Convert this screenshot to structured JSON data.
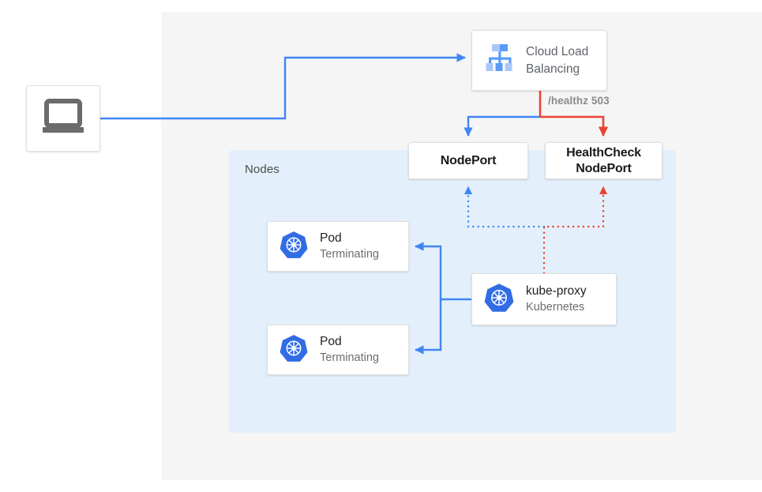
{
  "diagram": {
    "title": "Kubernetes NodePort health check draining diagram",
    "outer_panel_name": "cloud-region-panel",
    "nodes_panel": {
      "label": "Nodes"
    },
    "colors": {
      "blue": "#4285f4",
      "red": "#ea4335",
      "panel_gray": "#f5f5f5",
      "panel_blue": "#e3f0fb",
      "k8s_blue": "#326ce5",
      "text_gray": "#5f6368"
    },
    "nodes": [
      {
        "id": "client",
        "name": "client-laptop",
        "icon": "laptop-icon"
      },
      {
        "id": "load_balancer",
        "name": "cloud-load-balancing",
        "icon": "load-balancer-icon",
        "title_line_1": "Cloud Load",
        "title_line_2": "Balancing"
      },
      {
        "id": "nodeport",
        "name": "nodeport",
        "label": "NodePort"
      },
      {
        "id": "healthcheck_nodeport",
        "name": "healthcheck-nodeport",
        "label_line_1": "HealthCheck",
        "label_line_2": "NodePort"
      },
      {
        "id": "pod_1",
        "name": "pod-terminating-1",
        "icon": "kubernetes-icon",
        "title": "Pod",
        "subtitle": "Terminating"
      },
      {
        "id": "pod_2",
        "name": "pod-terminating-2",
        "icon": "kubernetes-icon",
        "title": "Pod",
        "subtitle": "Terminating"
      },
      {
        "id": "kube_proxy",
        "name": "kube-proxy",
        "icon": "kubernetes-icon",
        "title": "kube-proxy",
        "subtitle": "Kubernetes"
      }
    ],
    "edges": [
      {
        "name": "client-to-load-balancer",
        "from": "client",
        "to": "load_balancer",
        "color": "#4285f4",
        "style": "solid",
        "arrow": true
      },
      {
        "name": "load-balancer-to-nodeport",
        "from": "load_balancer",
        "to": "nodeport",
        "color": "#4285f4",
        "style": "solid",
        "arrow": true
      },
      {
        "name": "load-balancer-to-healthcheck-nodeport",
        "from": "load_balancer",
        "to": "healthcheck_nodeport",
        "color": "#ea4335",
        "style": "solid",
        "arrow": true,
        "label": "/healthz 503"
      },
      {
        "name": "kube-proxy-to-nodeport",
        "from": "kube_proxy",
        "to": "nodeport",
        "color": "#4285f4",
        "style": "dotted",
        "arrow": true
      },
      {
        "name": "kube-proxy-to-healthcheck-nodeport",
        "from": "kube_proxy",
        "to": "healthcheck_nodeport",
        "color": "#ea4335",
        "style": "dotted",
        "arrow": true
      },
      {
        "name": "kube-proxy-to-pod-1",
        "from": "kube_proxy",
        "to": "pod_1",
        "color": "#4285f4",
        "style": "solid",
        "arrow": true
      },
      {
        "name": "kube-proxy-to-pod-2",
        "from": "kube_proxy",
        "to": "pod_2",
        "color": "#4285f4",
        "style": "solid",
        "arrow": true
      }
    ],
    "annotations": {
      "healthz": "/healthz 503"
    }
  }
}
